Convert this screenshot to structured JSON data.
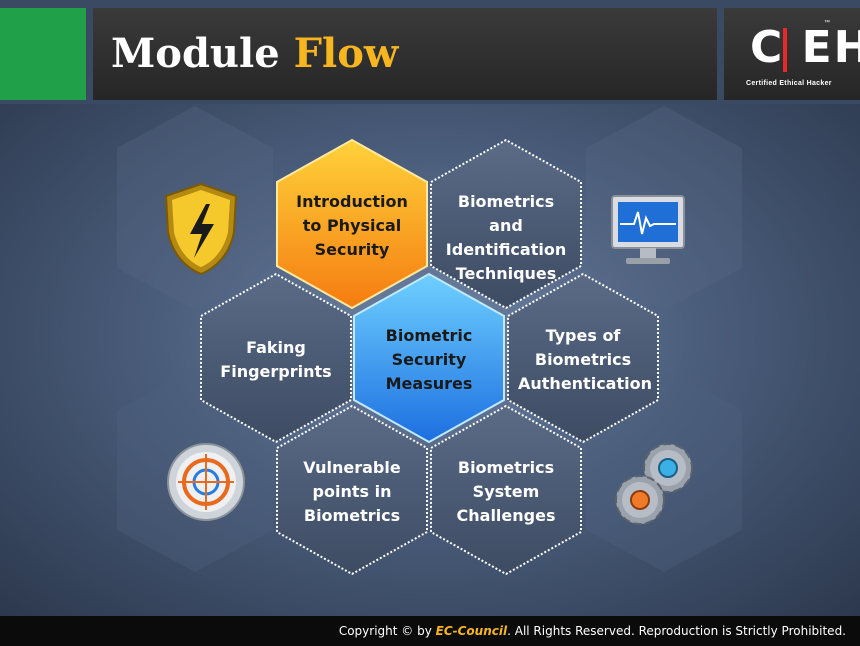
{
  "header": {
    "title_part1": "Module",
    "title_part2": "Flow",
    "accent_color": "#f7b520",
    "brand_green": "#1fa049"
  },
  "logo": {
    "text_left": "C",
    "text_right": "EH",
    "tm": "™",
    "subtitle": "Certified  Ethical  Hacker"
  },
  "hexes": {
    "intro": "Introduction to Physical Security",
    "biometrics_identification": "Biometrics and Identification Techniques",
    "faking": "Faking Fingerprints",
    "center": "Biometric Security Measures",
    "types": "Types of Biometrics Authentication",
    "vulnerable": "Vulnerable points in Biometrics",
    "challenges": "Biometrics System Challenges"
  },
  "icons": {
    "top_left": "shield-lightning-icon",
    "top_right": "monitor-heartbeat-icon",
    "bottom_left": "target-crosshair-icon",
    "bottom_right": "gears-icon"
  },
  "footer": {
    "prefix": "Copyright © by",
    "brand": "EC-Council",
    "suffix": ". All Rights Reserved. Reproduction is Strictly Prohibited."
  }
}
